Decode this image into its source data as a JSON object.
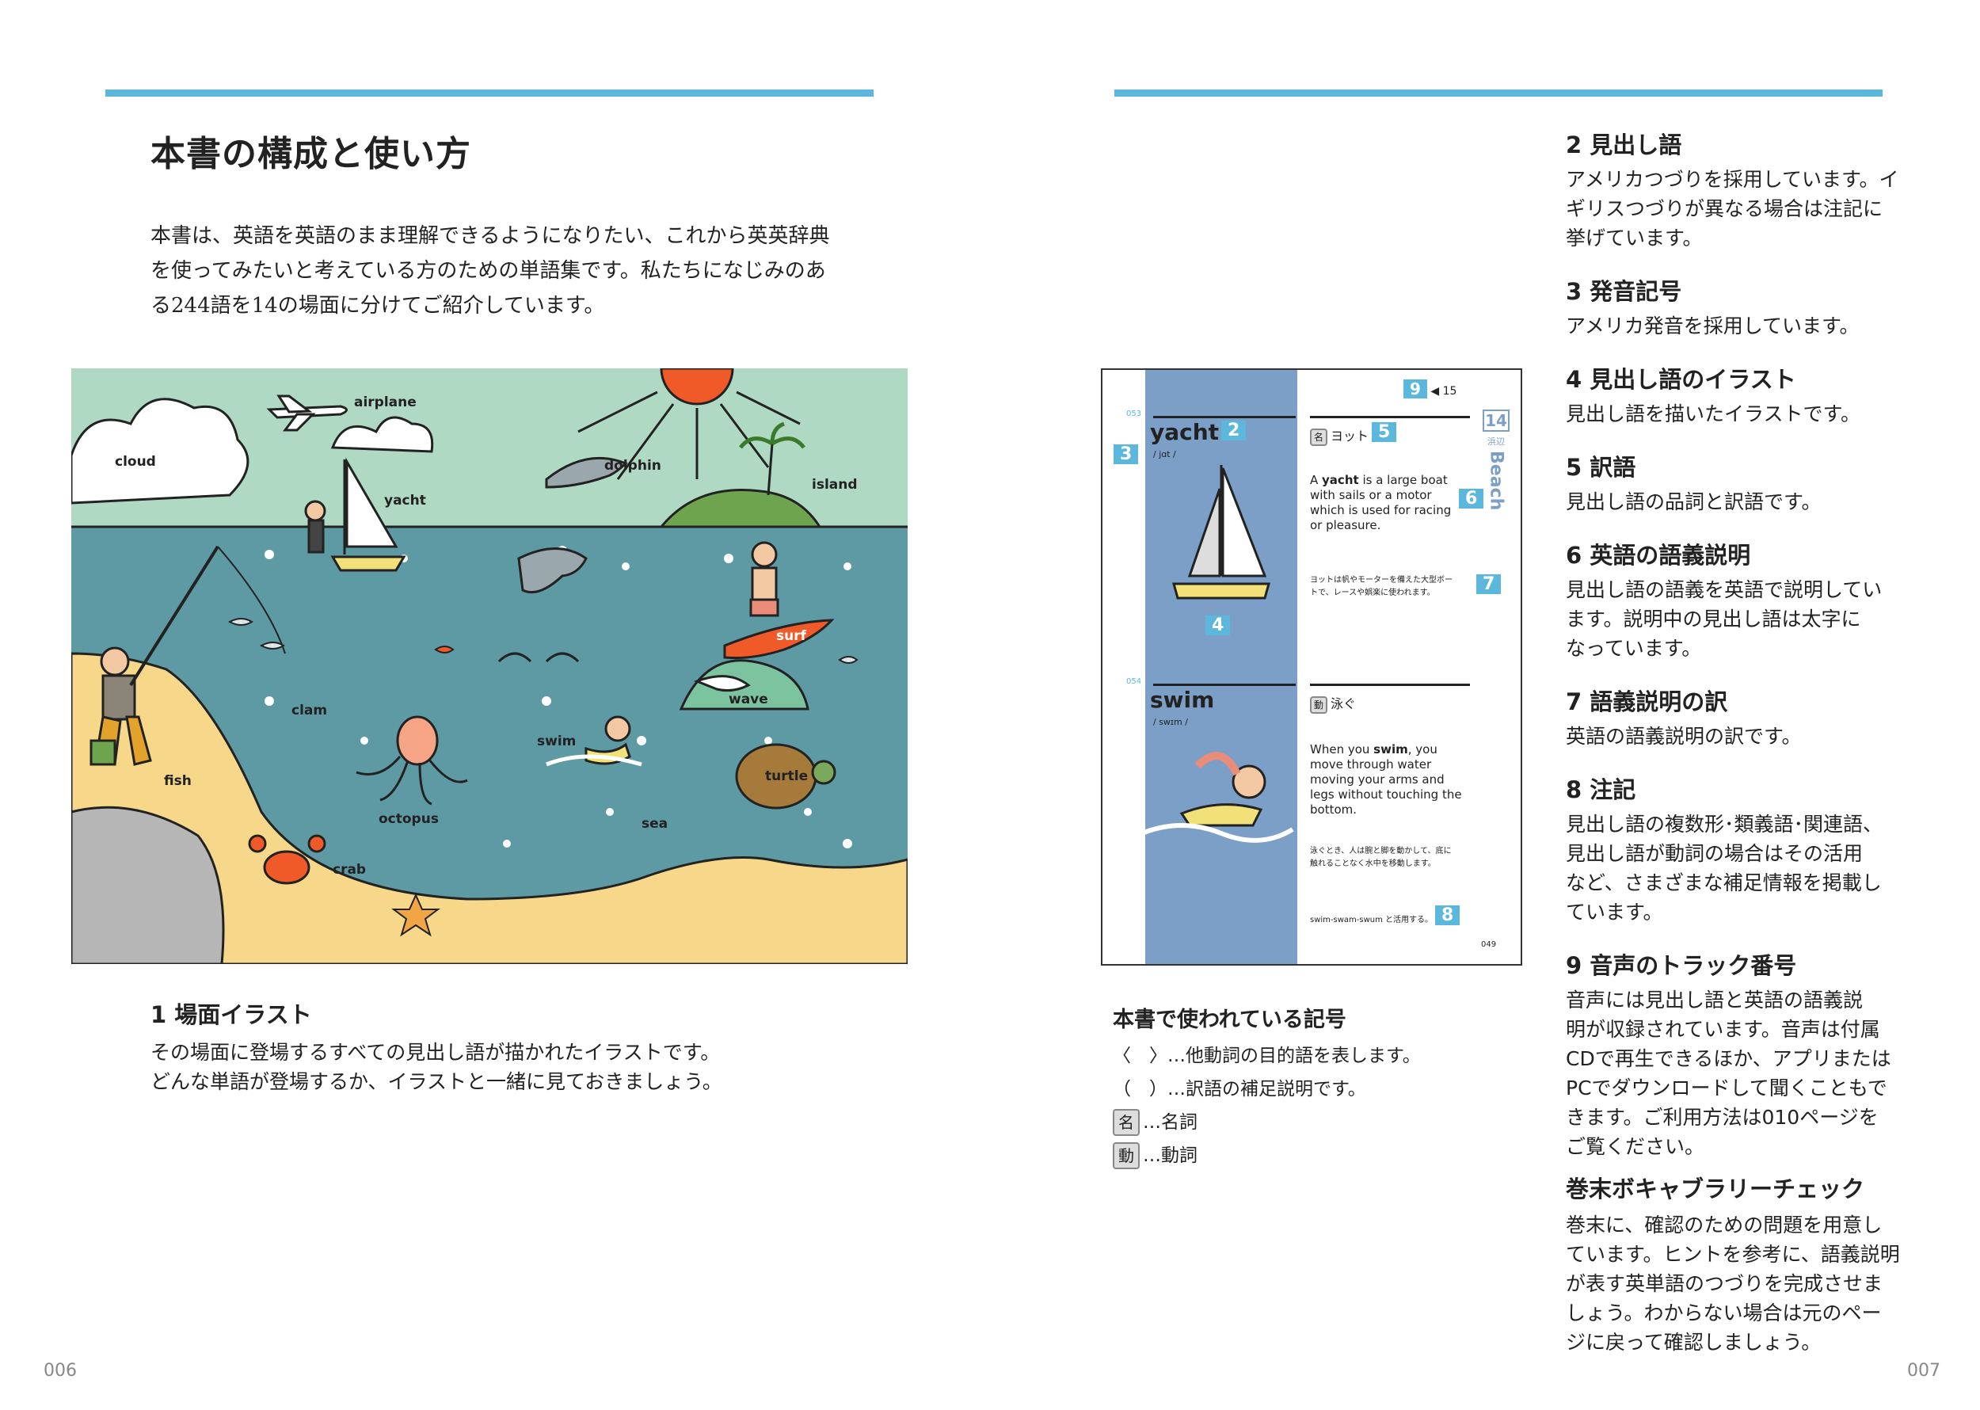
{
  "left": {
    "title": "本書の構成と使い方",
    "intro": [
      "本書は、英語を英語のまま理解できるようになりたい、これから英英辞典",
      "を使ってみたいと考えている方のための単語集です。私たちになじみのあ",
      "る244語を14の場面に分けてご紹介しています。"
    ],
    "scene_labels": {
      "airplane": "airplane",
      "cloud": "cloud",
      "yacht": "yacht",
      "dolphin": "dolphin",
      "island": "island",
      "surf": "surf",
      "wave": "wave",
      "clam": "clam",
      "fish": "fish",
      "swim": "swim",
      "turtle": "turtle",
      "octopus": "octopus",
      "sea": "sea",
      "crab": "crab"
    },
    "section1": {
      "title": "1 場面イラスト",
      "body": [
        "その場面に登場するすべての見出し語が描かれたイラストです。",
        "どんな単語が登場するか、イラストと一緒に見ておきましょう。"
      ]
    },
    "page_number": "006"
  },
  "sample": {
    "track": "15",
    "callouts": [
      "2",
      "3",
      "4",
      "5",
      "6",
      "7",
      "8",
      "9"
    ],
    "tab_num": "14",
    "tab_label": "Beach",
    "tab_sub": "浜辺",
    "entry1": {
      "id": "053",
      "word": "yacht",
      "pron": "/ jɑt /",
      "pos": "名",
      "trans": "ヨット",
      "definition_html": "A <b>yacht</b> is a large boat with sails or a motor which is used for racing or pleasure.",
      "def_ja": "ヨットは帆やモーターを備えた大型ボートで、レースや娯楽に使われます。"
    },
    "entry2": {
      "id": "054",
      "word": "swim",
      "pron": "/ swɪm /",
      "pos": "動",
      "trans": "泳ぐ",
      "definition_html": "When you <b>swim</b>, you move through water moving your arms and legs without touching the bottom.",
      "def_ja": "泳ぐとき、人は腕と脚を動かして、底に触れることなく水中を移動します。",
      "note": "swim-swam-swum と活用する。"
    },
    "page_num": "049"
  },
  "symbols": {
    "title": "本書で使われている記号",
    "items": [
      {
        "mark": "〈　〉",
        "text": "…他動詞の目的語を表します。"
      },
      {
        "mark": "（　）",
        "text": "…訳語の補足説明です。"
      },
      {
        "mark": "名",
        "text": "…名詞"
      },
      {
        "mark": "動",
        "text": "…動詞"
      }
    ]
  },
  "right": {
    "sections": [
      {
        "title": "2 見出し語",
        "body": [
          "アメリカつづりを採用しています。イ",
          "ギリスつづりが異なる場合は注記に",
          "挙げています。"
        ]
      },
      {
        "title": "3 発音記号",
        "body": [
          "アメリカ発音を採用しています。"
        ]
      },
      {
        "title": "4 見出し語のイラスト",
        "body": [
          "見出し語を描いたイラストです。"
        ]
      },
      {
        "title": "5 訳語",
        "body": [
          "見出し語の品詞と訳語です。"
        ]
      },
      {
        "title": "6 英語の語義説明",
        "body": [
          "見出し語の語義を英語で説明してい",
          "ます。説明中の見出し語は太字に",
          "なっています。"
        ]
      },
      {
        "title": "7 語義説明の訳",
        "body": [
          "英語の語義説明の訳です。"
        ]
      },
      {
        "title": "8 注記",
        "body": [
          "見出し語の複数形･類義語･関連語、",
          "見出し語が動詞の場合はその活用",
          "など、さまざまな補足情報を掲載し",
          "ています。"
        ]
      },
      {
        "title": "9 音声のトラック番号",
        "body": [
          "音声には見出し語と英語の語義説",
          "明が収録されています。音声は付属",
          "CDで再生できるほか、アプリまたは",
          "PCでダウンロードして聞くこともで",
          "きます。ご利用方法は010ページを",
          "ご覧ください。"
        ]
      }
    ],
    "vocab": {
      "title": "巻末ボキャブラリーチェック",
      "body": [
        "巻末に、確認のための問題を用意し",
        "ています。ヒントを参考に、語義説明",
        "が表す英単語のつづりを完成させま",
        "しょう。わからない場合は元のペー",
        "ジに戻って確認しましょう。"
      ]
    },
    "page_number": "007"
  },
  "colors": {
    "accent": "#5cb7dd",
    "sea": "#5e9aa3",
    "sand": "#f7d88a",
    "sky": "#b0d9c3",
    "rock": "#b6b6b6",
    "sun": "#f05a28",
    "column": "#7c9fc8"
  }
}
